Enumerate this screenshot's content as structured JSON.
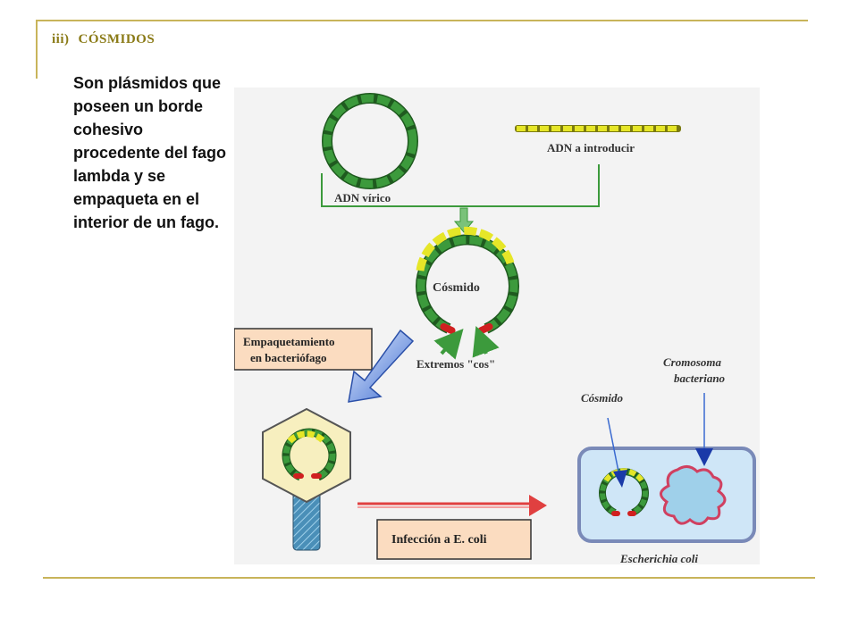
{
  "heading": {
    "number": "iii)",
    "title": "CÓSMIDOS"
  },
  "description": "Son plásmidos que poseen un borde cohesivo procedente del fago lambda y se empaqueta en el interior de un fago.",
  "diagram": {
    "viral_dna": "ADN vírico",
    "insert_dna": "ADN a introducir",
    "cosmid": "Cósmido",
    "cos_ends": "Extremos \"cos\"",
    "packaging_line1": "Empaquetamiento",
    "packaging_line2": "en bacteriófago",
    "infection": "Infección a E. coli",
    "cosmid_label": "Cósmido",
    "chromosome_line1": "Cromosoma",
    "chromosome_line2": "bacteriano",
    "ecoli": "Escherichia coli"
  },
  "colors": {
    "accent": "#c8b45a",
    "heading": "#8a7a16",
    "dna_green": "#3c9a3c",
    "dna_dark": "#1f5a1f",
    "dna_yellow": "#e6e628",
    "cos_red": "#d02020",
    "panel_bg": "#f2f2f2",
    "label_box": "#fbdcc0"
  }
}
